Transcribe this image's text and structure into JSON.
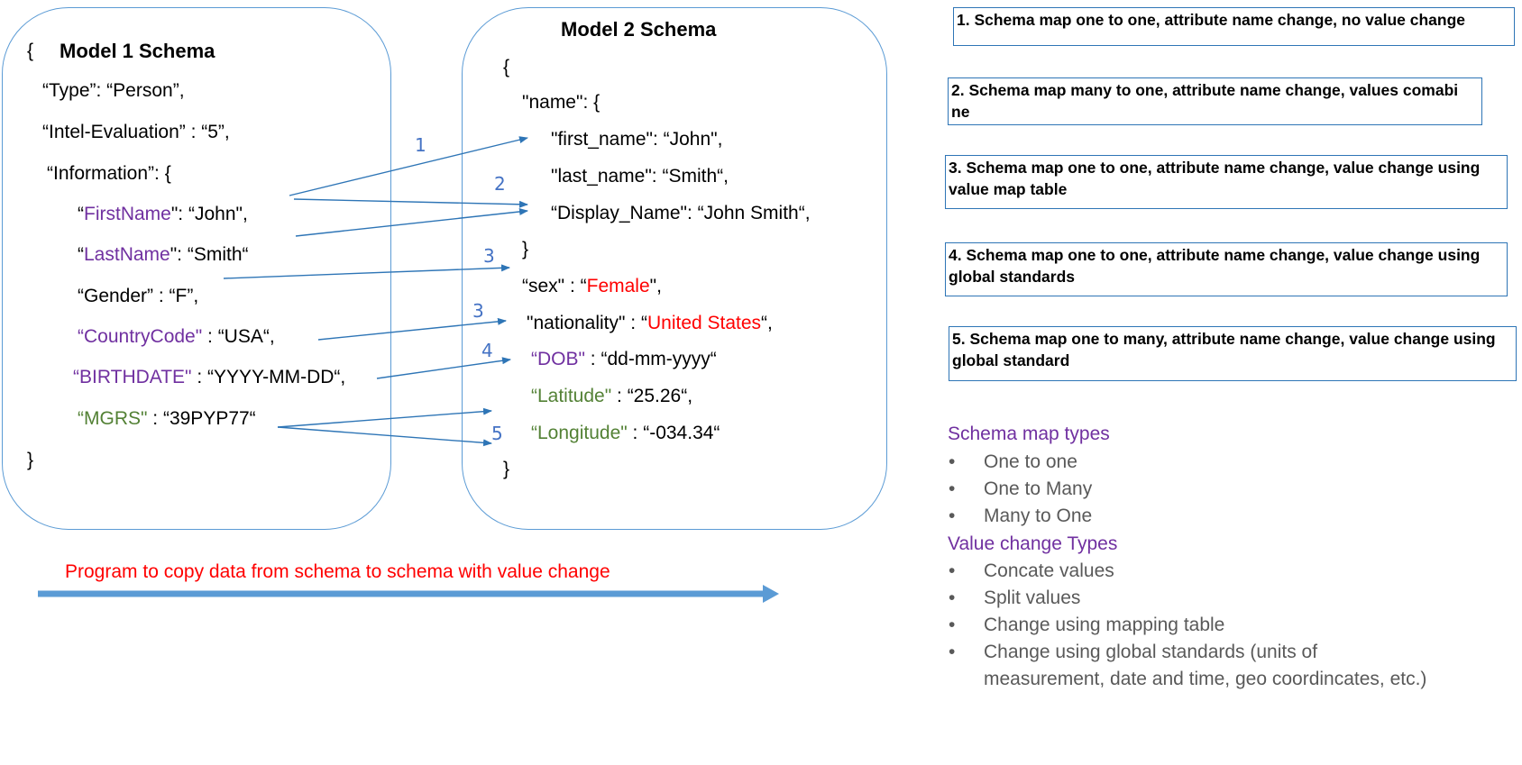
{
  "model1": {
    "open_brace": "{",
    "title": "Model 1 Schema",
    "type_line": "“Type”: “Person”,",
    "intel_line": "“Intel-Evaluation” : “5”,",
    "info_line": "“Information”: {",
    "firstname": {
      "pre": "“",
      "key": "FirstName",
      "post": "\": “John\","
    },
    "lastname": {
      "pre": "“",
      "key": "LastName",
      "post": "\": “Smith“"
    },
    "gender_line": "“Gender”  : “F”,",
    "countrycode": {
      "key": "“CountryCode\"",
      "post": "  : “USA“,"
    },
    "birthdate": {
      "key": "“BIRTHDATE\"",
      "post": " : “YYYY-MM-DD“,"
    },
    "mgrs": {
      "key": "“MGRS\"",
      "post": " : “39PYP77“"
    },
    "close_brace": "}"
  },
  "model2": {
    "title": "Model 2 Schema",
    "open_brace": "{",
    "name_line": "\"name\": {",
    "first_name_line": "\"first_name\": “John\",",
    "last_name_line": "\"last_name\": “Smith“,",
    "display_name_line": "“Display_Name\":  “John Smith“,",
    "inner_close": "}",
    "sex": {
      "pre": "“sex\" : “",
      "val": "Female",
      "post": "\","
    },
    "nationality": {
      "pre": "\"nationality\" : “",
      "val": "United States",
      "post": "“,"
    },
    "dob": {
      "key": "“DOB\"",
      "post": " : “dd-mm-yyyy“"
    },
    "latitude": {
      "key": "“Latitude\"",
      "post": " : “25.26“,"
    },
    "longitude": {
      "key": "“Longitude\"",
      "post": "  : “-034.34“"
    },
    "close_brace": "}"
  },
  "arrow_labels": [
    "1",
    "2",
    "3",
    "3",
    "4",
    "5"
  ],
  "program_label": "Program to copy data from schema to schema with value change",
  "notes": [
    "1. Schema map one to one, attribute name change, no value change",
    "2. Schema map many to one, attribute name change, values comabi ne",
    "3. Schema map one to one, attribute name change, value change using value map table",
    "4. Schema map one to one, attribute name change, value change using global standards",
    "5. Schema map one to many, attribute name change, value change using global standard"
  ],
  "legend": {
    "map_types_title": "Schema map types",
    "map_types": [
      "One to one",
      "One to Many",
      "Many to One"
    ],
    "value_types_title": "Value change Types",
    "value_types": [
      "Concate values",
      "Split values",
      "Change using mapping table",
      "Change using global standards (units of",
      "measurement, date and time, geo coordincates, etc.)"
    ],
    "bullet": "•"
  },
  "colors": {
    "border": "#5b9bd5",
    "arrow": "#2e75b6",
    "purple": "#7030a0",
    "green": "#538135",
    "red": "#ff0000"
  }
}
